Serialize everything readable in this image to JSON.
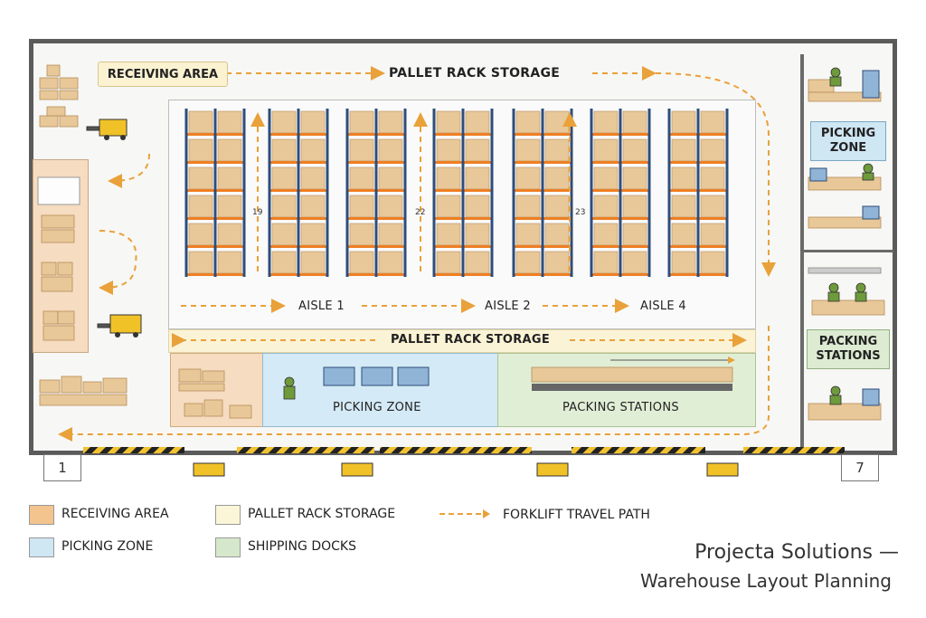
{
  "labels": {
    "receiving_area": "RECEIVING AREA",
    "pallet_rack_top": "PALLET RACK STORAGE",
    "pallet_rack_mid": "PALLET RACK STORAGE",
    "aisle_1": "AISLE 1",
    "aisle_2": "AISLE 2",
    "aisle_4": "AISLE 4",
    "aisle_num_a": "19",
    "aisle_num_b": "22",
    "aisle_num_c": "23",
    "picking_zone_bottom": "PICKING ZONE",
    "packing_stations_bottom": "PACKING STATIONS",
    "picking_zone_right_1": "PICKING",
    "picking_zone_right_2": "ZONE",
    "packing_stations_right_1": "PACKING",
    "packing_stations_right_2": "STATIONS",
    "dock_left": "1",
    "dock_right": "7"
  },
  "legend": [
    {
      "label": "RECEIVING AREA",
      "color": "#f3c48e"
    },
    {
      "label": "PALLET RACK STORAGE",
      "color": "#fbf6d8"
    },
    {
      "label": "FORKLIFT TRAVEL PATH",
      "color": "#e9a13a"
    },
    {
      "label": "PICKING ZONE",
      "color": "#cfe6f3"
    },
    {
      "label": "SHIPPING DOCKS",
      "color": "#d6e8cb"
    }
  ],
  "footer": {
    "line1": "Projecta Solutions —",
    "line2": "Warehouse Layout Planning"
  },
  "colors": {
    "path": "#e9a13a",
    "rack_frame": "#2f4d7a",
    "rack_beam": "#ee7f24",
    "box": "#e8c898",
    "receiving": "#f6dcc0",
    "picking": "#d4eaf6",
    "packing": "#e1eed6",
    "storage_band": "#fbf3d6"
  }
}
